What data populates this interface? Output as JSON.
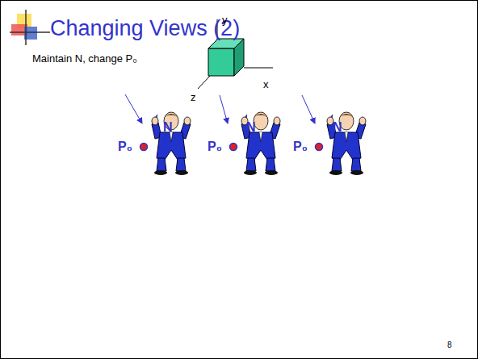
{
  "diagram": {
    "title": "Changing Views (2)",
    "labels": [
      "Maintain N, change P₀",
      "y",
      "x",
      "z",
      "N",
      "N",
      "N",
      "P₀",
      "P₀",
      "P₀",
      "8"
    ]
  }
}
